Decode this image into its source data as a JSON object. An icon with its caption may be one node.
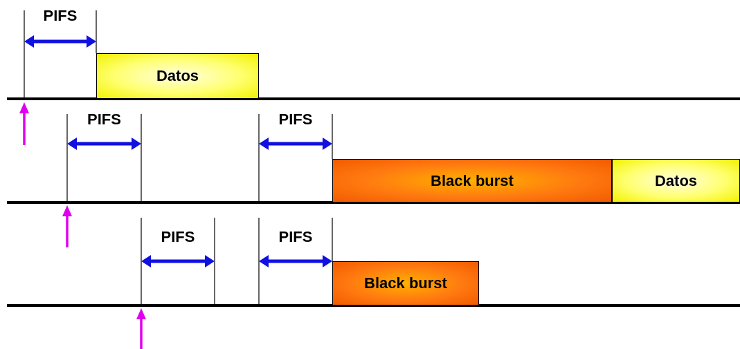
{
  "diagram": {
    "nodes": [
      {
        "text": [
          "Datos"
        ]
      },
      {
        "text": [
          "Black burst"
        ]
      },
      {
        "text": [
          "Datos"
        ]
      },
      {
        "text": [
          "Black burst"
        ]
      }
    ],
    "labels": [
      "PIFS",
      "PIFS",
      "PIFS",
      "PIFS",
      "PIFS"
    ]
  }
}
